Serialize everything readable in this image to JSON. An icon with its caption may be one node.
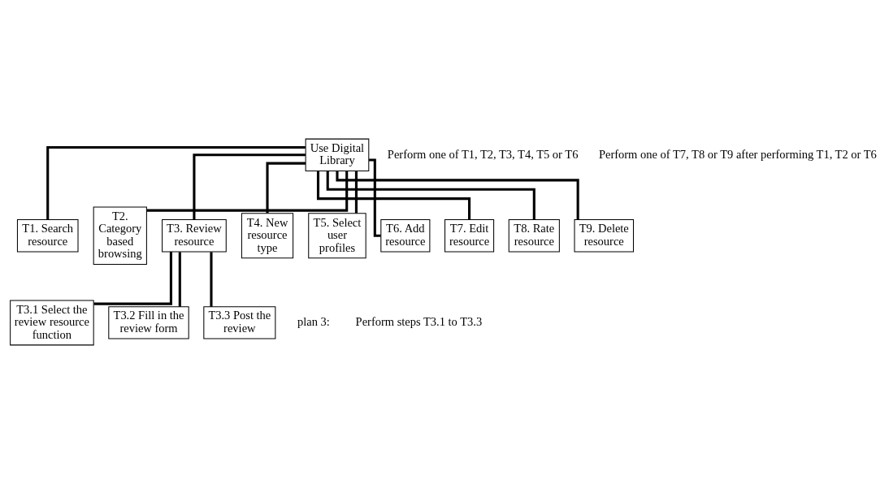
{
  "diagram": {
    "nodes": [
      {
        "text": [
          "Use Digital Library"
        ]
      },
      {
        "text": [
          "T1. Search resource"
        ]
      },
      {
        "text": [
          "T2. Category based browsing"
        ]
      },
      {
        "text": [
          "T3. Review resource"
        ]
      },
      {
        "text": [
          "T4. New resource type"
        ]
      },
      {
        "text": [
          "T5. Select user profiles"
        ]
      },
      {
        "text": [
          "T6. Add resource"
        ]
      },
      {
        "text": [
          "T7. Edit resource"
        ]
      },
      {
        "text": [
          "T8. Rate resource"
        ]
      },
      {
        "text": [
          "T9. Delete resource"
        ]
      },
      {
        "text": [
          "T3.1 Select the review resource function"
        ]
      },
      {
        "text": [
          "T3.2 Fill in the review form"
        ]
      },
      {
        "text": [
          "T3.3 Post the review"
        ]
      }
    ],
    "edges": [
      {
        "from": 0,
        "to": 1,
        "arrow": "none"
      },
      {
        "from": 0,
        "to": 2,
        "arrow": "none"
      },
      {
        "from": 0,
        "to": 3,
        "arrow": "none"
      },
      {
        "from": 0,
        "to": 4,
        "arrow": "none"
      },
      {
        "from": 0,
        "to": 5,
        "arrow": "none"
      },
      {
        "from": 0,
        "to": 6,
        "arrow": "none"
      },
      {
        "from": 0,
        "to": 7,
        "arrow": "none"
      },
      {
        "from": 0,
        "to": 8,
        "arrow": "none"
      },
      {
        "from": 0,
        "to": 9,
        "arrow": "none"
      },
      {
        "from": 3,
        "to": 10,
        "arrow": "none"
      },
      {
        "from": 3,
        "to": 11,
        "arrow": "none"
      },
      {
        "from": 3,
        "to": 12,
        "arrow": "none"
      }
    ],
    "labels": [
      "Perform one of T1, T2, T3, T4, T5 or T6",
      "Perform one of T7, T8 or T9 after performing T1, T2 or T6",
      "plan 3:",
      "Perform steps T3.1 to T3.3"
    ]
  }
}
